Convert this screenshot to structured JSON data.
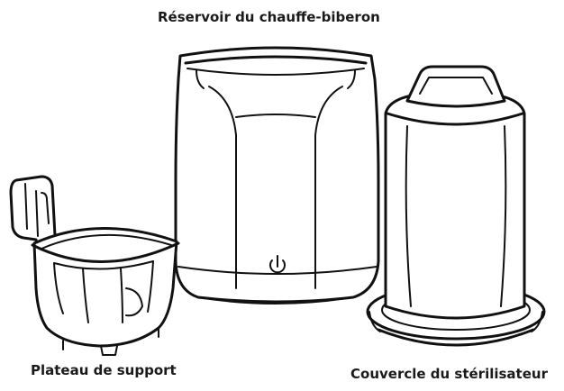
{
  "labels": {
    "reservoir": "Réservoir du chauffe-biberon",
    "tray": "Plateau de support",
    "lid": "Couvercle du stérilisateur"
  },
  "icons": [
    "power-icon"
  ],
  "colors": {
    "line": "#111111",
    "background": "#ffffff"
  }
}
